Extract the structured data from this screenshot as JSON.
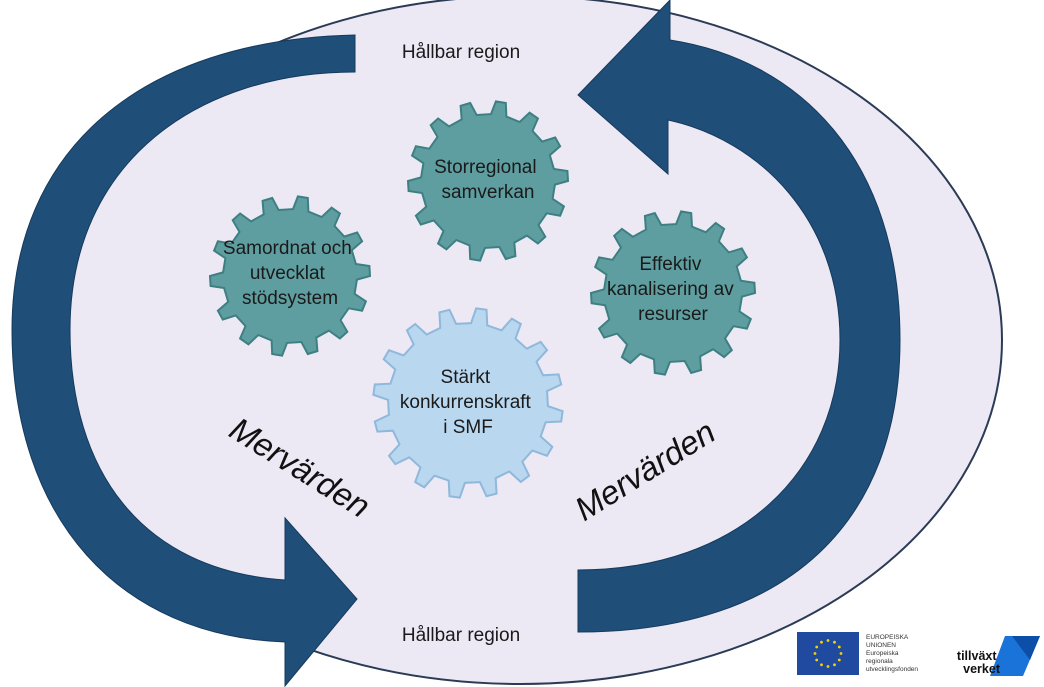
{
  "region_top": "Hållbar region",
  "region_bottom": "Hållbar region",
  "gears": [
    {
      "id": "storregional",
      "lines": [
        "Storregional",
        "samverkan"
      ],
      "color": "#5f9ea0"
    },
    {
      "id": "samordnat",
      "lines": [
        "Samordnat och",
        "utvecklat",
        "stödsystem"
      ],
      "color": "#5f9ea0"
    },
    {
      "id": "effektiv",
      "lines": [
        "Effektiv",
        "kanalisering av",
        "resurser"
      ],
      "color": "#5f9ea0"
    },
    {
      "id": "starkt",
      "lines": [
        "Stärkt",
        "konkurrenskraft",
        "i SMF"
      ],
      "color": "#b9d7ef"
    }
  ],
  "mervarden_left": "Mervärden",
  "mervarden_right": "Mervärden",
  "colors": {
    "background_ellipse": "#ece9f5",
    "arrow": "#1f4e79",
    "gear_outline": "#3e7f81",
    "gear_light_outline": "#8fb8da"
  },
  "logos": {
    "eu": {
      "lines": [
        "EUROPEISKA",
        "UNIONEN",
        "Europeiska",
        "regionala",
        "utvecklingsfonden"
      ],
      "flag_color": "#1f4aa0",
      "star_color": "#f5d300"
    },
    "tillvaxtverket": {
      "lines": [
        "tillväxt",
        "verket"
      ],
      "color": "#1a73d9"
    }
  }
}
